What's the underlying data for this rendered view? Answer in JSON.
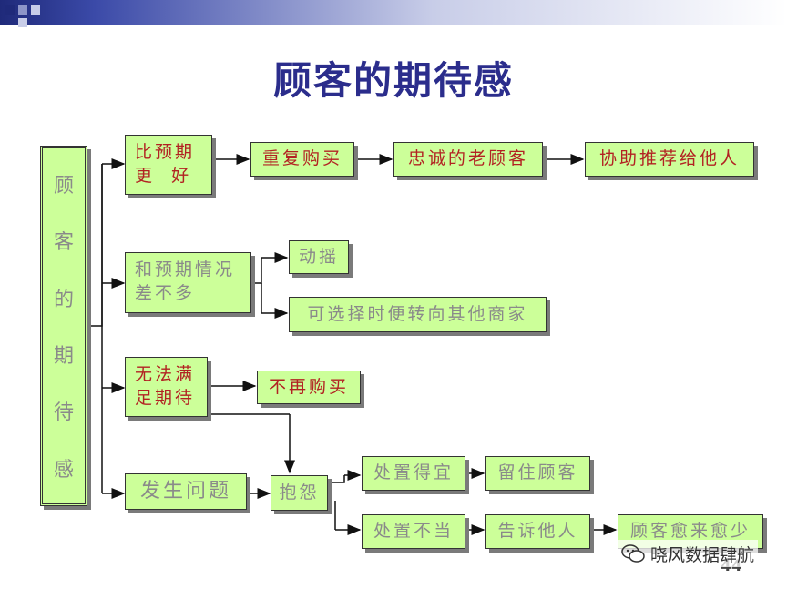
{
  "title": "顾客的期待感",
  "root": {
    "chars": [
      "顾",
      "客",
      "的",
      "期",
      "待",
      "感"
    ]
  },
  "boxes": {
    "better_line1": "比预期",
    "better_line2": "更  好",
    "repeat_buy": "重复购买",
    "loyal": "忠诚的老顾客",
    "recommend": "协助推荐给他人",
    "similar_line1": "和预期情况",
    "similar_line2": "差不多",
    "waver": "动摇",
    "switch": "可选择时便转向其他商家",
    "fail_line1": "无法满",
    "fail_line2": "足期待",
    "no_rebuy": "不再购买",
    "problem": "发生问题",
    "complain": "抱怨",
    "handled_well": "处置得宜",
    "retain": "留住顾客",
    "handled_badly": "处置不当",
    "tell_others": "告诉他人",
    "fewer": "顾客愈来愈少"
  },
  "watermark": "晓风数据肆航",
  "page_number": "44",
  "colors": {
    "box_fill": "#ccff99",
    "title": "#2b2d8c",
    "red_text": "#b22222",
    "gray_text": "#8a8a8a"
  }
}
